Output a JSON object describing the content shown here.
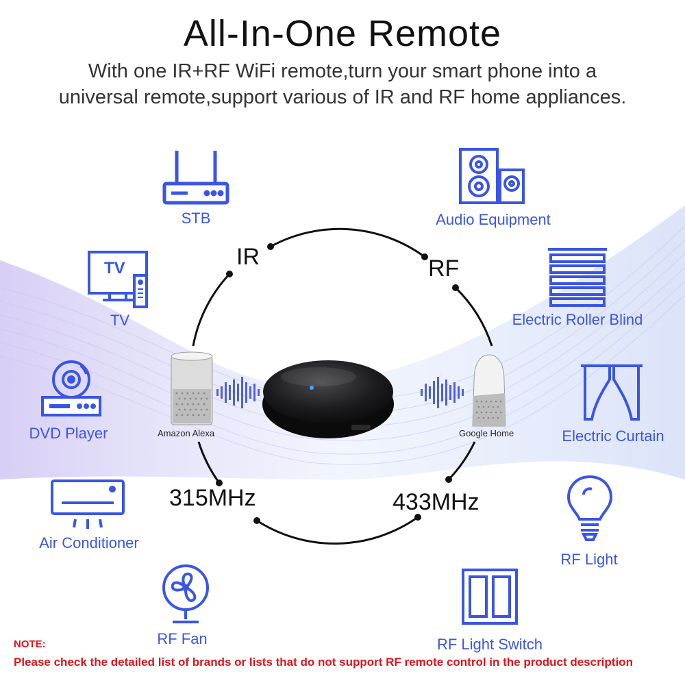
{
  "title": "All-In-One Remote",
  "subtitle_line1": "With one IR+RF WiFi remote,turn your smart phone into a",
  "subtitle_line2": "universal remote,support various of IR and RF home appliances.",
  "colors": {
    "accent": "#3a55e6",
    "note": "#e0141a"
  },
  "circle_labels": {
    "ir": "IR",
    "rf": "RF",
    "f315": "315MHz",
    "f433": "433MHz"
  },
  "speakers": {
    "left": "Amazon Alexa",
    "right": "Google Home"
  },
  "appliances": {
    "stb": "STB",
    "tv": "TV",
    "dvd": "DVD Player",
    "ac": "Air Conditioner",
    "fan": "RF Fan",
    "audio": "Audio Equipment",
    "blind": "Electric Roller Blind",
    "curtain": "Electric Curtain",
    "light": "RF Light",
    "switch": "RF Light Switch"
  },
  "tv_icon_text": "TV",
  "note": {
    "heading": "NOTE:",
    "text": "Please check the detailed list of brands or lists that do not support RF remote control in the product description"
  }
}
